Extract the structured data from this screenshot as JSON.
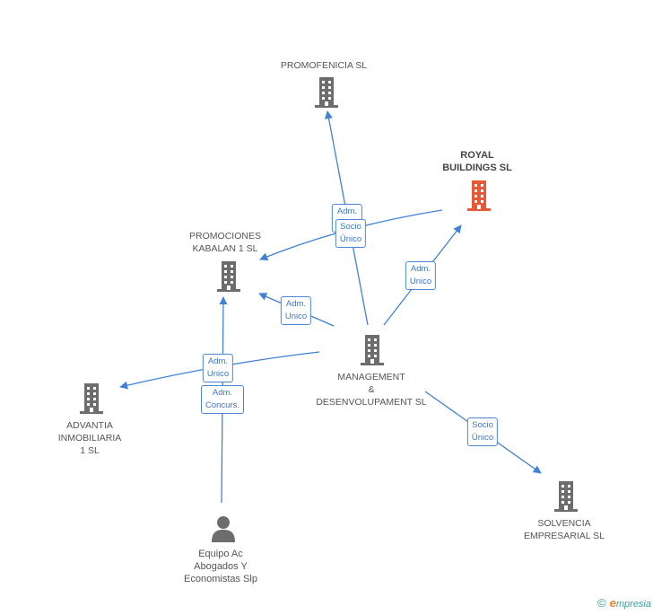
{
  "colors": {
    "node": "#6d6d6d",
    "highlight": "#e8593a",
    "edge": "#3f82d6"
  },
  "nodes": {
    "promofenicia": {
      "label": "PROMOFENICIA SL",
      "icon": "building-icon"
    },
    "royal": {
      "label": "ROYAL\nBUILDINGS SL",
      "icon": "building-icon",
      "highlight": true
    },
    "promociones": {
      "label": "PROMOCIONES\nKABALAN 1 SL",
      "icon": "building-icon"
    },
    "management": {
      "label": "MANAGEMENT\n&\nDESENVOLUPAMENT SL",
      "icon": "building-icon"
    },
    "advantia": {
      "label": "ADVANTIA\nINMOBILIARIA\n1 SL",
      "icon": "building-icon"
    },
    "solvencia": {
      "label": "SOLVENCIA\nEMPRESARIAL SL",
      "icon": "building-icon"
    },
    "equipo": {
      "label": "Equipo Ac\nAbogados Y\nEconomistas Slp",
      "icon": "person-icon"
    }
  },
  "edge_labels": {
    "adm_unico_top": "Adm.\nUnico",
    "socio_unico_top": "Socio\nÚnico",
    "adm_unico_royal": "Adm.\nUnico",
    "adm_unico_promociones": "Adm.\nUnico",
    "adm_unico_left": "Adm.\nUnico",
    "adm_concurs": "Adm.\nConcurs.",
    "socio_unico_solvencia": "Socio\nÚnico"
  },
  "footer": {
    "copyright": "©",
    "brand_e": "e",
    "brand_rest": "mpresia"
  }
}
